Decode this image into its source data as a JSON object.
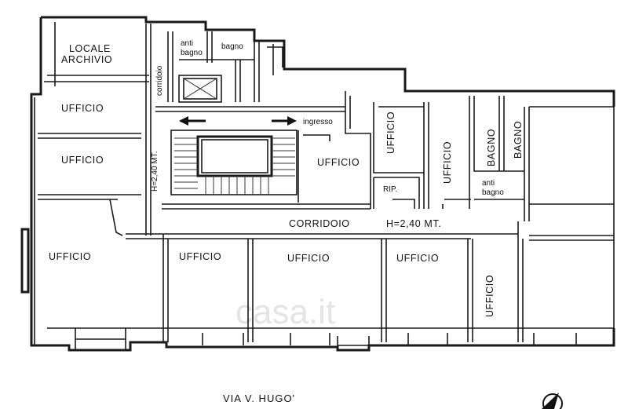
{
  "labels": {
    "locale": "LOCALE",
    "archivio": "ARCHIVIO",
    "corridoio_vertical": "corridoio",
    "anti_top": "anti",
    "bagno_small_1": "bagno",
    "bagno_top": "bagno",
    "ingresso": "ingresso",
    "h_vertical": "H=2,40 MT.",
    "ufficio_1": "UFFICIO",
    "ufficio_2": "UFFICIO",
    "ufficio_center": "UFFICIO",
    "ufficio_vertical_1": "UFFICIO",
    "ufficio_vertical_2": "UFFICIO",
    "bagno_v1": "BAGNO",
    "bagno_v2": "BAGNO",
    "anti_right": "anti",
    "bagno_right": "bagno",
    "rip": "RIP.",
    "corridoio_main": "CORRIDOIO",
    "h_main": "H=2,40 MT.",
    "ufficio_big": "UFFICIO",
    "ufficio_b1": "UFFICIO",
    "ufficio_b2": "UFFICIO",
    "ufficio_b3": "UFFICIO",
    "ufficio_vertical_3": "UFFICIO"
  },
  "street": "VIA V. HUGO'",
  "watermark": "casa.it",
  "icons": [
    "compass-icon",
    "stair-arrow-left-icon",
    "stair-arrow-right-icon",
    "elevator-icon"
  ]
}
